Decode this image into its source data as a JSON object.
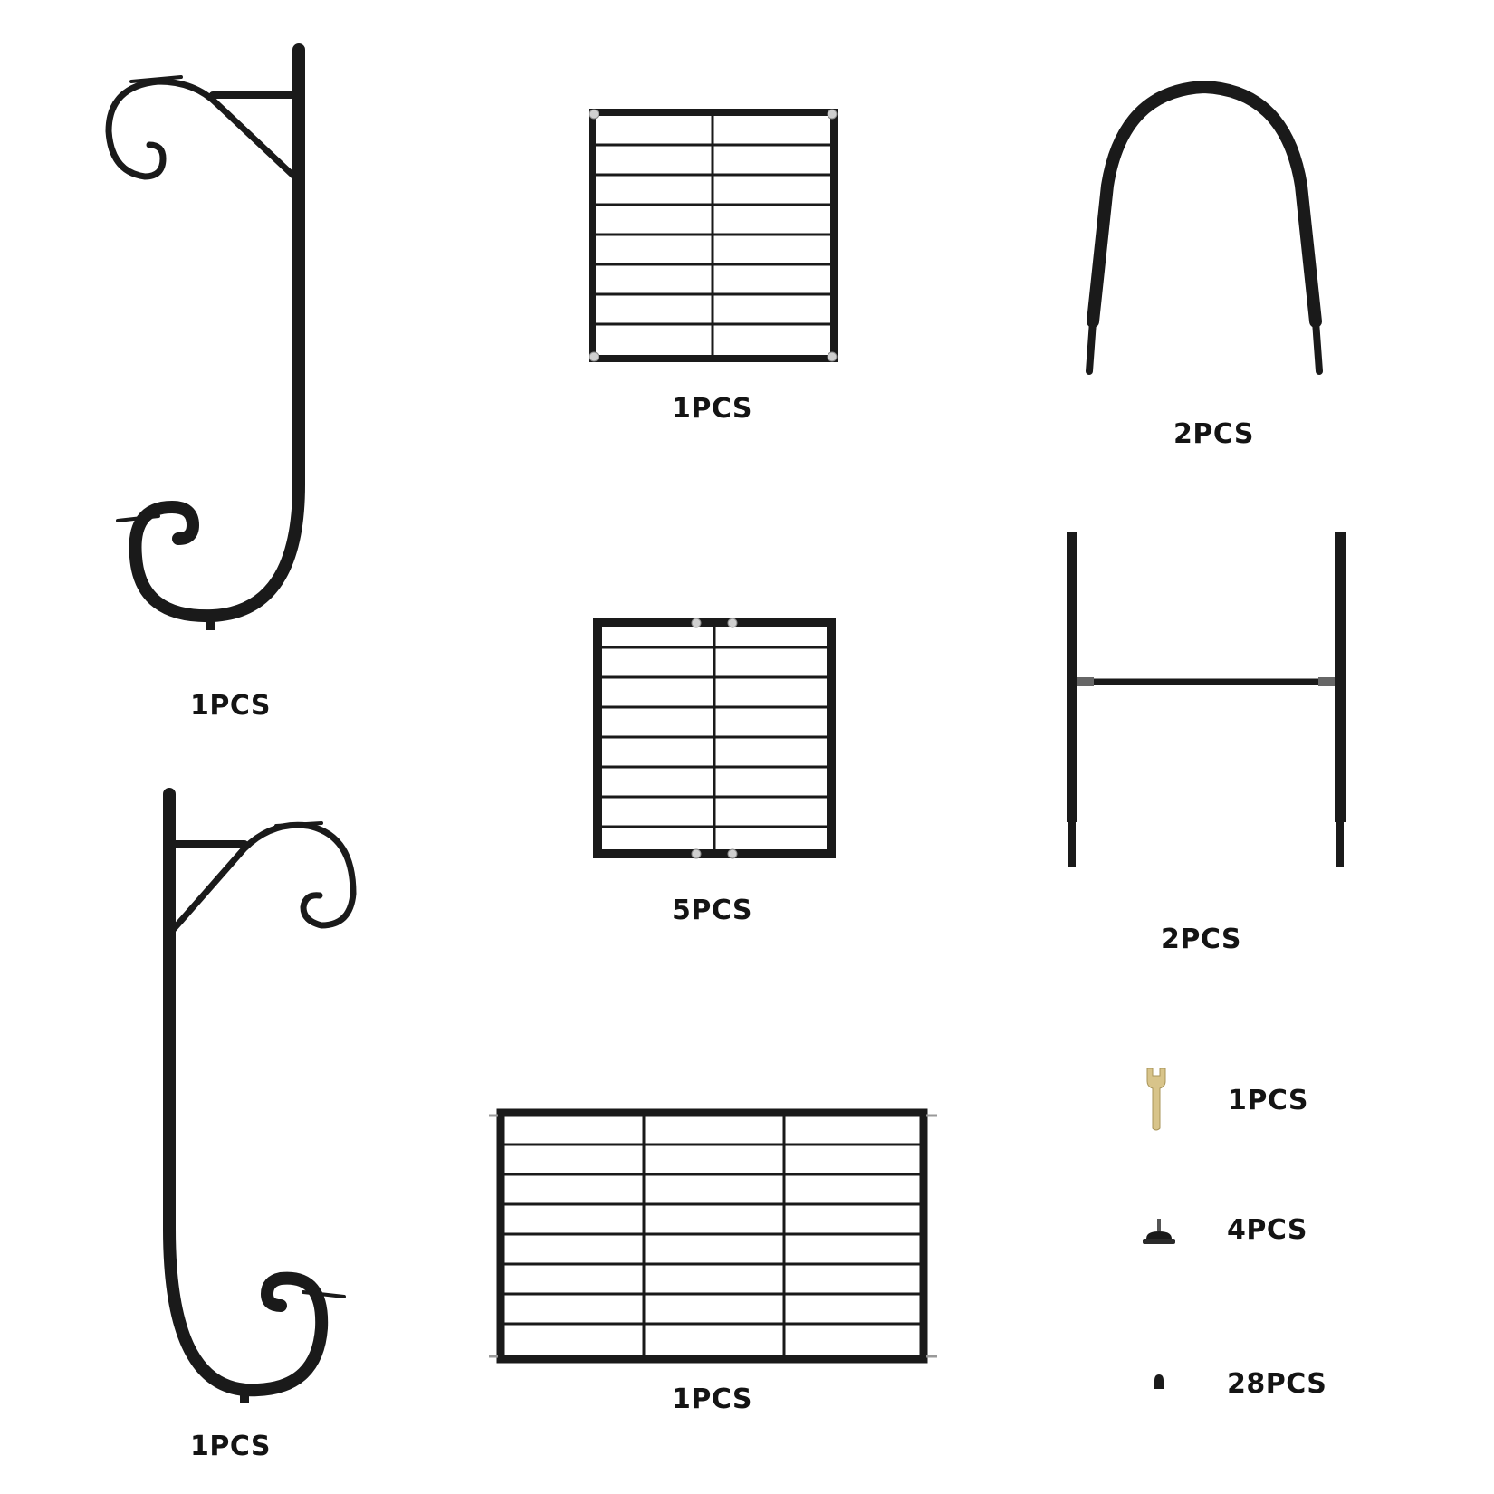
{
  "parts": {
    "left_bracket_top": {
      "quantity": "1PCS",
      "icon": "scroll-bracket-left-icon"
    },
    "square_panel_top": {
      "quantity": "1PCS",
      "icon": "grid-panel-icon"
    },
    "arch_top": {
      "quantity": "2PCS",
      "icon": "arch-icon"
    },
    "square_panel_middle": {
      "quantity": "5PCS",
      "icon": "grid-panel-icon"
    },
    "h_frame": {
      "quantity": "2PCS",
      "icon": "h-frame-icon"
    },
    "right_bracket_bottom": {
      "quantity": "1PCS",
      "icon": "scroll-bracket-right-icon"
    },
    "wide_panel_bottom": {
      "quantity": "1PCS",
      "icon": "wide-grid-panel-icon"
    },
    "wrench": {
      "quantity": "1PCS",
      "icon": "wrench-icon"
    },
    "foot_pad": {
      "quantity": "4PCS",
      "icon": "foot-pad-icon"
    },
    "cap_nut": {
      "quantity": "28PCS",
      "icon": "cap-nut-icon"
    }
  },
  "colors": {
    "metal": "#1a1a1a",
    "wrench": "#d8c48a",
    "background": "#ffffff"
  }
}
